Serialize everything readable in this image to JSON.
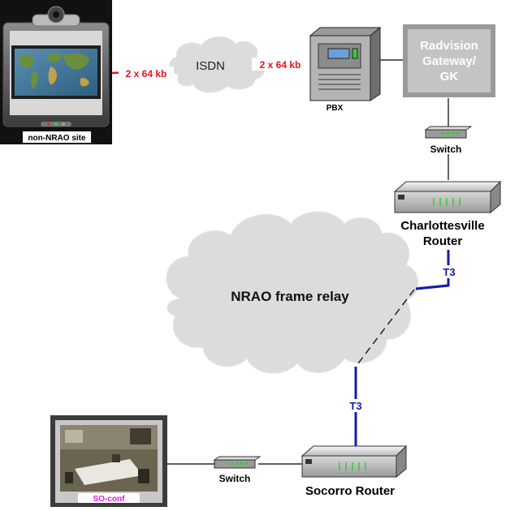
{
  "labels": {
    "link_left": "2 x 64 kb",
    "isdn": "ISDN",
    "link_right": "2 x 64 kb",
    "pbx": "PBX",
    "gateway_line1": "Radvision",
    "gateway_line2": "Gateway/",
    "gateway_line3": "GK",
    "switch_top": "Switch",
    "cv_router_line1": "Charlottesville",
    "cv_router_line2": "Router",
    "t3_top": "T3",
    "frame_relay": "NRAO frame relay",
    "t3_bottom": "T3",
    "non_nrao_site": "non-NRAO site",
    "so_conf": "SO-conf",
    "switch_bottom": "Switch",
    "so_router": "Socorro Router"
  },
  "colors": {
    "link_label": "#e8141c",
    "t3_line": "#1a1aa8",
    "so_conf_label": "#e020e0",
    "gateway_fill": "#c4c4c4",
    "cloud_fill": "#dcdcdc"
  }
}
